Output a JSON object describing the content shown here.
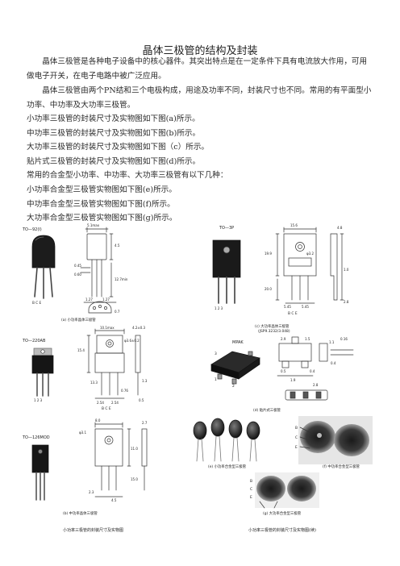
{
  "document": {
    "title": "晶体三极管的结构及封装",
    "paragraphs": [
      "晶体三极管是各种电子设备中的核心器件。其突出特点是在一定条件下具有电流放大作用，可用做电子开关，在电子电路中被广泛应用。",
      "晶体三极管由两个PN结和三个电极构成，用途及功率不同，封装尺寸也不同。常用的有平面型小功率、中功率及大功率三极管。"
    ],
    "lines": [
      "小功率三极管的封装尺寸及实物图如下图(a)所示。",
      "中功率三极管的封装尺寸及实物图如下图(b)所示。",
      "大功率三极管的封装尺寸及实物图如下图（c）所示。",
      "贴片式三极管的封装尺寸及实物图如下图(d)所示。",
      "常用的合金型小功率、中功率、大功率三极管有以下几种：",
      "小功率合金型三极管实物图如下图(e)所示。",
      "中功率合金型三极管实物图如下图(f)所示。",
      "大功率合金型三极管实物图如下图(g)所示。"
    ]
  },
  "figure": {
    "package_labels": {
      "to92": "TO—92(I)",
      "to220": "TO—220AB",
      "to126": "TO—126MOD",
      "to3p": "TO—3P",
      "smd": "MPAK"
    },
    "pins": {
      "bce_lower": "B C E",
      "bce_upper": "B  C  E",
      "numbers": "1 2 3",
      "bce_letters": [
        "B",
        "C",
        "E"
      ]
    },
    "smd_spec": "(JSP9.3232/3.048)",
    "dims": {
      "a1": "5.1max",
      "a2": "0.45",
      "a3": "0.60",
      "a4": "4.5",
      "a5": "12.7min",
      "a6": "0.7",
      "a7": "1.27",
      "a8": "1.27",
      "b1": "10.1max",
      "b2": "4.2±0.3",
      "b3": "φ3.6±0.2",
      "b4": "15.4",
      "b5": "13.3",
      "b6": "1.3",
      "b7": "2.54",
      "b8": "2.54",
      "b9": "0.76",
      "b10": "0.5",
      "c1": "15.6",
      "c2": "4.8",
      "c3": "φ3.2",
      "c4": "19.9",
      "c5": "20.0",
      "c6": "1.0",
      "c7": "5.45",
      "c8": "5.45",
      "c9": "2.8",
      "d1": "8.0",
      "d2": "2.7",
      "d3": "φ3.1",
      "d4": "11.0",
      "d5": "15.0",
      "d6": "2.3",
      "d7": "4.5",
      "s1": "2.9",
      "s2": "1.5",
      "s3": "0.5",
      "s4": "1.9",
      "s5": "0.4",
      "s6": "1.1",
      "s7": "0.16",
      "s8": "0.4",
      "s9": "2.8"
    },
    "captions": {
      "a": "(a) 小功率晶体三极管",
      "b": "(b) 中功率晶体三极管",
      "c": "(c) 大功率晶体三极管",
      "d": "(d) 贴片式三极管",
      "e": "(e) 小功率合金型三极管",
      "f": "(f) 中功率合金型三极管",
      "g": "(g) 大功率合金型三极管"
    },
    "footers": {
      "left": "小功率三极管的封装尺寸及实物图",
      "right": "小功率三极管的封装尺寸及实物图(续)"
    }
  }
}
